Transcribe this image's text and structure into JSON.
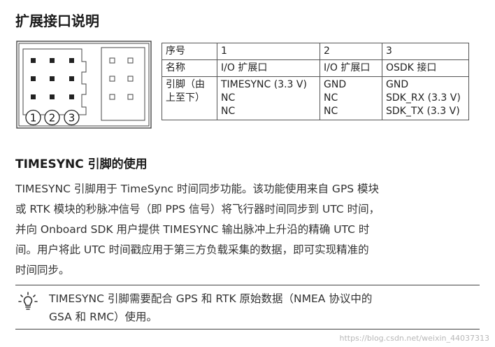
{
  "header": {
    "title": "扩展接口说明"
  },
  "connector": {
    "pin_labels": [
      "1",
      "2",
      "3"
    ]
  },
  "table": {
    "rows": [
      [
        "序号",
        "1",
        "2",
        "3"
      ],
      [
        "名称",
        "I/O 扩展口",
        "I/O 扩展口",
        "OSDK 接口"
      ],
      [
        "引脚（由上至下）",
        "TIMESYNC (3.3 V) NC NC",
        "GND NC NC",
        "GND SDK_RX (3.3 V) SDK_TX (3.3 V)"
      ]
    ],
    "pin_row": {
      "label_lines": [
        "引脚（由",
        "上至下）"
      ],
      "col1": [
        "TIMESYNC (3.3 V)",
        "NC",
        "NC"
      ],
      "col2": [
        "GND",
        "NC",
        "NC"
      ],
      "col3": [
        "GND",
        "SDK_RX (3.3 V)",
        "SDK_TX (3.3 V)"
      ]
    }
  },
  "section": {
    "heading": "TIMESYNC 引脚的使用",
    "lines": [
      "TIMESYNC 引脚用于 TimeSync 时间同步功能。该功能使用来自 GPS 模块",
      "或 RTK 模块的秒脉冲信号（即 PPS 信号）将飞行器时间同步到 UTC 时间，",
      "并向 Onboard SDK 用户提供 TIMESYNC 输出脉冲上升沿的精确 UTC 时",
      "间。用户将此 UTC 时间戳应用于第三方负载采集的数据，即可实现精准的",
      "时间同步。"
    ]
  },
  "note": {
    "icon": "lightbulb-icon",
    "lines": [
      "TIMESYNC 引脚需要配合 GPS 和 RTK 原始数据（NMEA 协议中的",
      "GSA 和 RMC）使用。"
    ]
  },
  "watermark": "https://blog.csdn.net/weixin_44037313"
}
